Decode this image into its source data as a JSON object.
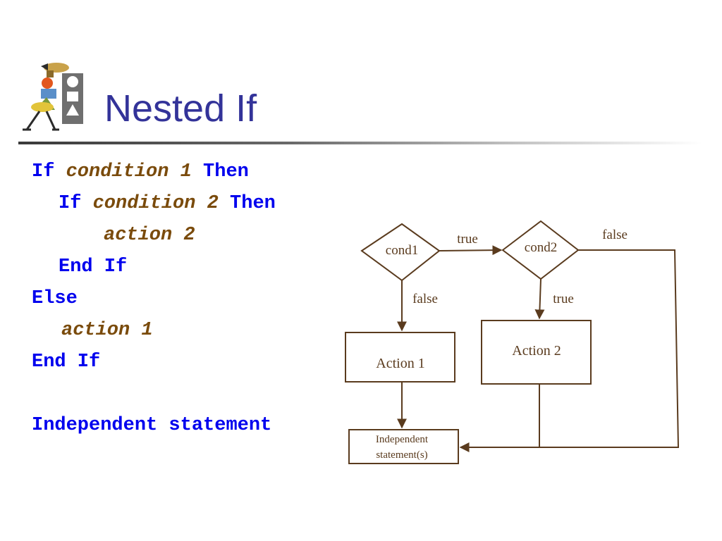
{
  "slide": {
    "title": "Nested If"
  },
  "code": {
    "line1": {
      "kw1": "If",
      "var": "condition 1",
      "kw2": "Then"
    },
    "line2": {
      "kw1": "If",
      "var": "condition 2",
      "kw2": "Then"
    },
    "line3": {
      "var": "action 2"
    },
    "line4": {
      "kw": "End If"
    },
    "line5": {
      "kw": "Else"
    },
    "line6": {
      "var": "action 1"
    },
    "line7": {
      "kw": "End If"
    },
    "line8": {
      "kw": "Independent statement"
    }
  },
  "diagram": {
    "cond1": "cond1",
    "cond2": "cond2",
    "action1": "Action 1",
    "action2": "Action 2",
    "independent_line1": "Independent",
    "independent_line2": "statement(s)",
    "edge_true_1": "true",
    "edge_false_1": "false",
    "edge_true_2": "true",
    "edge_false_2": "false"
  },
  "colors": {
    "title": "#333399",
    "keyword": "#0000ee",
    "variable": "#7a4b0c",
    "diagram_stroke": "#5a3b1e"
  }
}
